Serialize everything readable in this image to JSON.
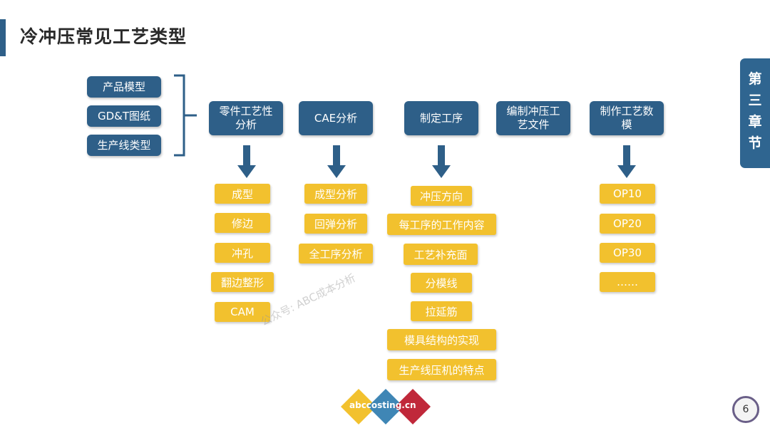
{
  "title": "冷冲压常见工艺类型",
  "chapter_tab": [
    "第",
    "三",
    "章",
    "节"
  ],
  "inputs": [
    "产品模型",
    "GD&T图纸",
    "生产线类型"
  ],
  "steps": [
    {
      "label": "零件工艺性分析",
      "subs": [
        "成型",
        "修边",
        "冲孔",
        "翻边整形",
        "CAM"
      ]
    },
    {
      "label": "CAE分析",
      "subs": [
        "成型分析",
        "回弹分析",
        "全工序分析"
      ]
    },
    {
      "label": "制定工序",
      "subs": [
        "冲压方向",
        "每工序的工作内容",
        "工艺补充面",
        "分模线",
        "拉延筋",
        "模具结构的实现",
        "生产线压机的特点"
      ]
    },
    {
      "label": "编制冲压工艺文件",
      "subs": []
    },
    {
      "label": "制作工艺数模",
      "subs": [
        "OP10",
        "OP20",
        "OP30",
        "……"
      ]
    }
  ],
  "watermark": "公众号: ABC成本分析",
  "logo_text": "abccosting.cn",
  "page_number": "6",
  "colors": {
    "blue": "#2e5f88",
    "gold": "#f2c12e",
    "white": "#ffffff"
  }
}
